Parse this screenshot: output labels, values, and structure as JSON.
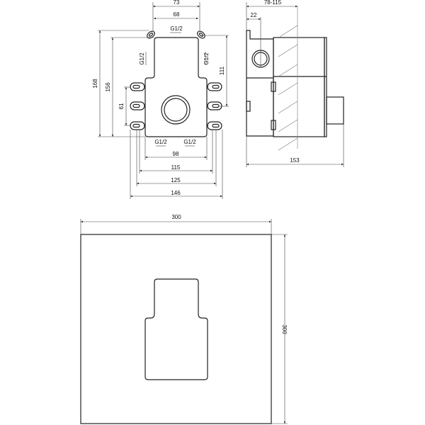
{
  "front_view": {
    "dims": {
      "width_73": "73",
      "width_68": "68",
      "thread_top": "G1/2",
      "height_168": "168",
      "height_156": "156",
      "spacing_61": "61",
      "thread_left": "G1/2",
      "thread_right": "G1/2",
      "height_111": "111",
      "thread_bottom_left": "G1/2",
      "thread_bottom_right": "G1/2",
      "width_98": "98",
      "width_115": "115",
      "width_125": "125",
      "width_146": "146"
    }
  },
  "side_view": {
    "dims": {
      "depth_range": "78-115",
      "offset_22": "22",
      "depth_153": "153"
    }
  },
  "cover_plate": {
    "dims": {
      "width": "300",
      "height": "300"
    }
  },
  "colors": {
    "line": "#222222",
    "background": "#ffffff"
  }
}
